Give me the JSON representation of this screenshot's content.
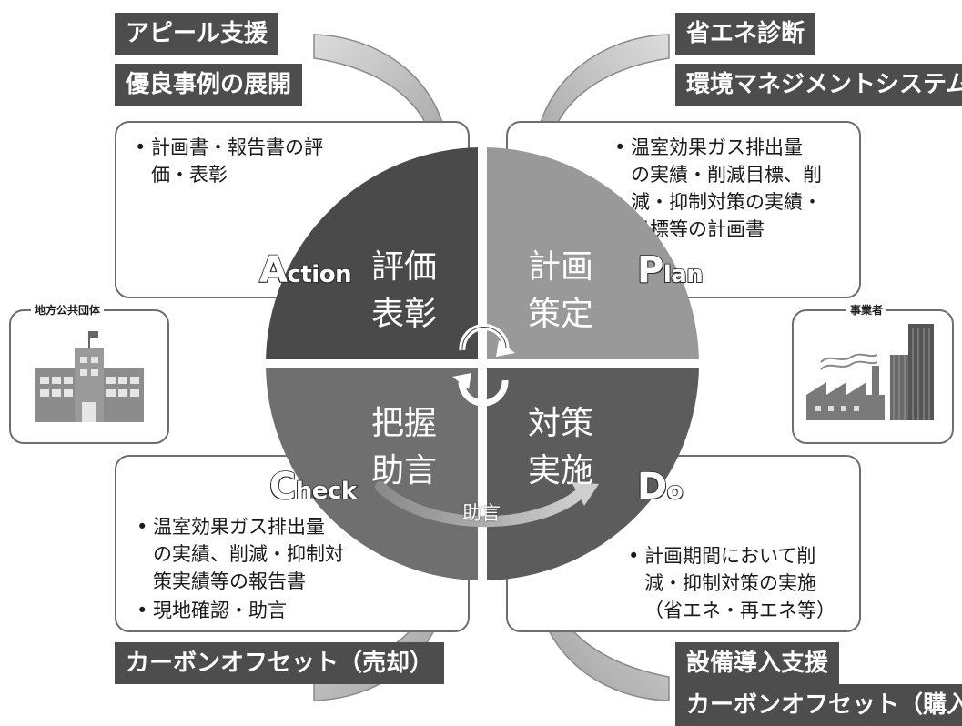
{
  "top_left_tags": [
    "アピール支援",
    "優良事例の展開"
  ],
  "top_right_tags": [
    "省エネ診断",
    "環境マネジメントシステム"
  ],
  "bottom_left_tags": [
    "カーボンオフセット（売却）"
  ],
  "bottom_right_tags": [
    "設備導入支援",
    "カーボンオフセット（購入）"
  ],
  "action_box": {
    "bullets": [
      "計画書・報告書の評\n価・表彰"
    ]
  },
  "plan_box": {
    "bullets": [
      "温室効果ガス排出量\nの実績・削減目標、削\n減・抑制対策の実績・\n目標等の計画書"
    ]
  },
  "check_box": {
    "bullets": [
      "温室効果ガス排出量\nの実績、削減・抑制対\n策実績等の報告書",
      "現地確認・助言"
    ]
  },
  "do_box": {
    "bullets": [
      "計画期間において削\n減・抑制対策の実施\n（省エネ・再エネ等）"
    ]
  },
  "quadrants": {
    "action": {
      "line1": "評価",
      "line2": "表彰",
      "label_initial": "A",
      "label_rest": "ction"
    },
    "plan": {
      "line1": "計画",
      "line2": "策定",
      "label_initial": "P",
      "label_rest": "lan"
    },
    "check": {
      "line1": "把握",
      "line2": "助言",
      "label_initial": "C",
      "label_rest": "heck"
    },
    "do": {
      "line1": "対策",
      "line2": "実施",
      "label_initial": "D",
      "label_rest": "o"
    }
  },
  "advice_arrow_label": "助言",
  "actors": {
    "local_government": "地方公共団体",
    "business_operator": "事業者"
  },
  "colors": {
    "action": "#4a4a4a",
    "plan": "#999999",
    "check": "#6f6f6f",
    "do": "#5c5c5c",
    "tag_bg": "#4d4d4d",
    "border": "#6e6e6e"
  }
}
